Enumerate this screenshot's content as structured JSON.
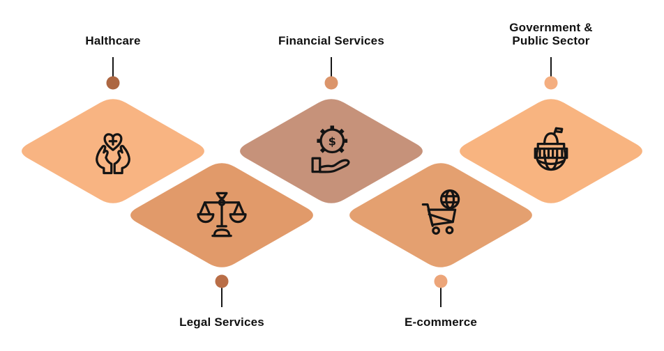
{
  "diagram": {
    "background_color": "#ffffff",
    "connector_color": "#161616",
    "label_color": "#111111"
  },
  "sectors": [
    {
      "id": "healthcare",
      "label": "Halthcare",
      "icon": "hands-heart-icon",
      "diamond_color": "#F8B482",
      "dot_color": "#AD6742",
      "label_position": "top"
    },
    {
      "id": "financial-services",
      "label": "Financial Services",
      "icon": "gear-dollar-hand-icon",
      "icon_symbol": "$",
      "diamond_color": "#C6927A",
      "dot_color": "#DB956B",
      "label_position": "top"
    },
    {
      "id": "government-public-sector",
      "label": "Government &\nPublic Sector",
      "icon": "capitol-globe-icon",
      "diamond_color": "#F8B480",
      "dot_color": "#F4AE80",
      "label_position": "top"
    },
    {
      "id": "legal-services",
      "label": "Legal Services",
      "icon": "scales-of-justice-icon",
      "diamond_color": "#E19A6A",
      "dot_color": "#B96E47",
      "label_position": "bottom"
    },
    {
      "id": "e-commerce",
      "label": "E-commerce",
      "icon": "cart-globe-icon",
      "diamond_color": "#E4A070",
      "dot_color": "#ECA579",
      "label_position": "bottom"
    }
  ]
}
